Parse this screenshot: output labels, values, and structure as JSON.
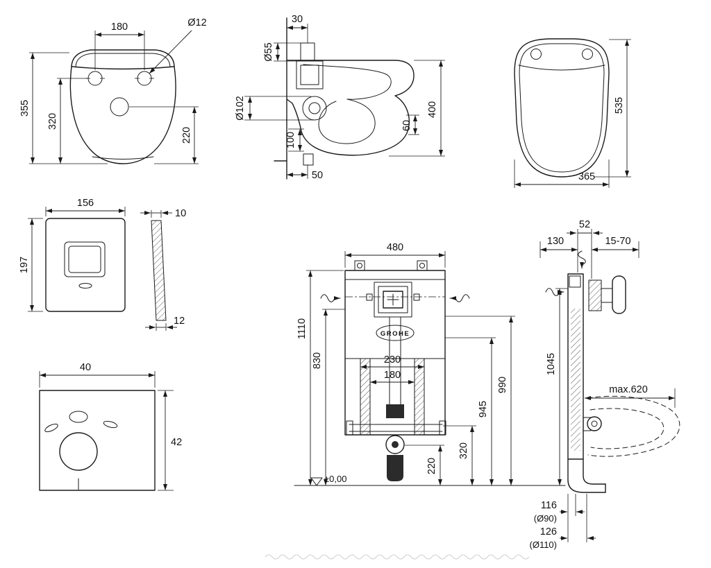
{
  "colors": {
    "background": "#ffffff",
    "line": "#1a1a1a"
  },
  "logo_badge": "GROHE",
  "toilet_front": {
    "hole_spacing": "180",
    "hole_diameter": "Ø12",
    "height_total": "355",
    "height_holes": "320",
    "height_center": "220"
  },
  "toilet_side": {
    "offset_top": "30",
    "flush_pipe_diameter": "Ø55",
    "outlet_diameter": "Ø102",
    "depth": "400",
    "rim_detail": "60",
    "outlet_height": "100",
    "outlet_offset": "50"
  },
  "seat_top": {
    "length": "535",
    "width": "365"
  },
  "flush_plate_front": {
    "width": "156",
    "height": "197"
  },
  "flush_plate_side": {
    "thickness_top": "10",
    "thickness_bottom": "12"
  },
  "insulation_mat": {
    "width": "40",
    "height": "42"
  },
  "frame_front": {
    "width": "480",
    "height_total": "1110",
    "height_cistern": "830",
    "rail_spacing_outer": "230",
    "rail_spacing_inner": "180",
    "height_990": "990",
    "height_945": "945",
    "height_320": "320",
    "height_220": "220",
    "level": "±0,00"
  },
  "frame_side": {
    "depth_52": "52",
    "depth_130": "130",
    "plate_range": "15-70",
    "height_1045": "1045",
    "max_reach": "max.620",
    "offset_116": "116",
    "pipe_90": "(Ø90)",
    "offset_126": "126",
    "pipe_110": "(Ø110)"
  }
}
